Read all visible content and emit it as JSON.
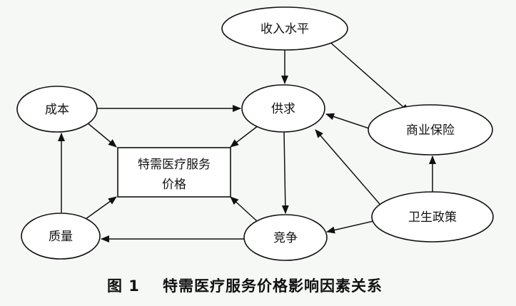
{
  "diagram": {
    "nodes": {
      "income": "收入水平",
      "cost": "成本",
      "supply": "供求",
      "insurance": "商业保险",
      "price_line1": "特需医疗服务",
      "price_line2": "价格",
      "quality": "质量",
      "competition": "竞争",
      "policy": "卫生政策"
    },
    "edges": [
      {
        "from": "income",
        "to": "supply"
      },
      {
        "from": "income",
        "to": "insurance"
      },
      {
        "from": "cost",
        "to": "supply"
      },
      {
        "from": "cost",
        "to": "price"
      },
      {
        "from": "supply",
        "to": "price"
      },
      {
        "from": "supply",
        "to": "competition"
      },
      {
        "from": "insurance",
        "to": "supply"
      },
      {
        "from": "quality",
        "to": "cost"
      },
      {
        "from": "quality",
        "to": "price"
      },
      {
        "from": "competition",
        "to": "quality"
      },
      {
        "from": "competition",
        "to": "price"
      },
      {
        "from": "policy",
        "to": "supply"
      },
      {
        "from": "policy",
        "to": "insurance"
      },
      {
        "from": "policy",
        "to": "competition"
      }
    ]
  },
  "caption": {
    "label": "图 1",
    "title": "特需医疗服务价格影响因素关系"
  }
}
